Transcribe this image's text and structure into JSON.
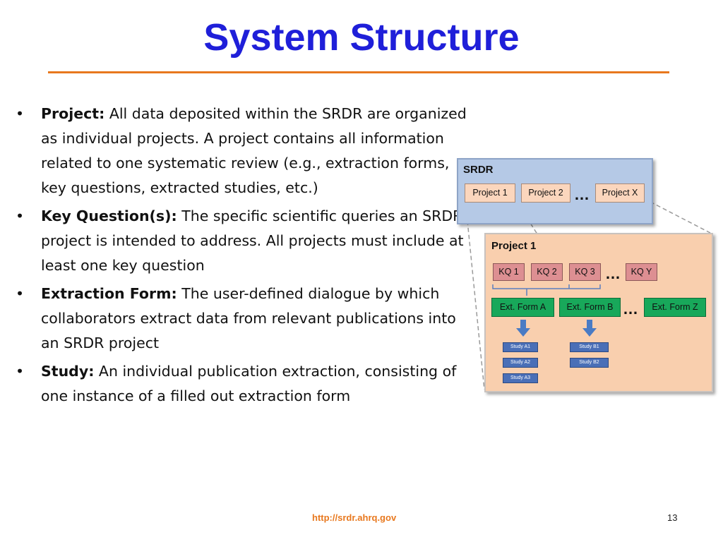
{
  "slide": {
    "title": "System Structure",
    "footer_url": "http://srdr.ahrq.gov",
    "page_number": "13"
  },
  "bullets": [
    {
      "term": "Project:",
      "text": " All data deposited within the SRDR are organized as individual projects. A project contains all information related to one systematic review (e.g., extraction forms, key questions, extracted studies, etc.)"
    },
    {
      "term": "Key Question(s):",
      "text": " The specific scientific queries an SRDR project is intended to address. All projects must include at least one key question"
    },
    {
      "term": "Extraction Form:",
      "text": " The user-defined dialogue by which collaborators extract data from relevant publications into an SRDR project"
    },
    {
      "term": "Study:",
      "text": " An individual publication extraction, consisting of one instance of a filled out extraction form"
    }
  ],
  "bullet_glyph": "•",
  "diagram": {
    "srdr_label": "SRDR",
    "projects": [
      "Project 1",
      "Project 2",
      "Project X"
    ],
    "ellipsis": "…",
    "project_detail_label": "Project 1",
    "key_questions": [
      "KQ 1",
      "KQ 2",
      "KQ 3",
      "KQ Y"
    ],
    "forms": [
      "Ext. Form A",
      "Ext. Form B",
      "Ext. Form Z"
    ],
    "studies_a": [
      "Study A1",
      "Study A2",
      "Study A3"
    ],
    "studies_b": [
      "Study B1",
      "Study B2"
    ],
    "colors": {
      "srdr_panel": "#b5c9e6",
      "project_panel": "#f9cfae",
      "kq": "#dd8f92",
      "form": "#18a85a",
      "study": "#4a6fb7",
      "arrow": "#4a7bc4",
      "title": "#1f1fd9",
      "accent": "#e8781e"
    }
  }
}
